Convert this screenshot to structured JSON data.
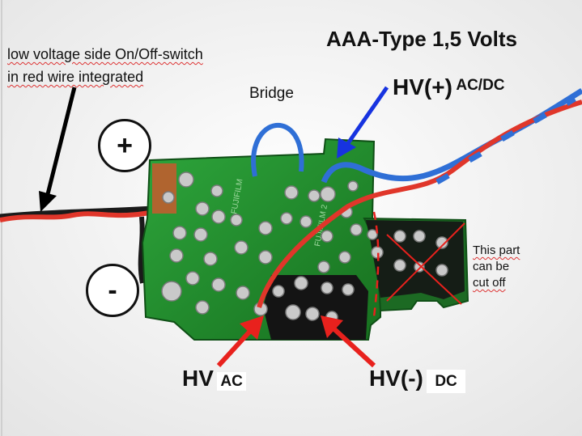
{
  "title": "AAA-Type 1,5 Volts",
  "note_switch": [
    "low voltage side On/Off-switch",
    "in red wire integrated"
  ],
  "bridge_label": "Bridge",
  "hv_plus": {
    "main": "HV(+)",
    "sub": "AC/DC"
  },
  "hv_ac": {
    "main": "HV",
    "sub": "AC"
  },
  "hv_minus": {
    "main": "HV(-)",
    "sub": "DC"
  },
  "cut_note": [
    "This part",
    "can be",
    "cut off"
  ],
  "plus_symbol": "+",
  "minus_symbol": "-",
  "board_print": [
    "FUJIFILM",
    "FUJIFILM 2"
  ],
  "colors": {
    "board": "#1f8a2c",
    "wire_red": "#e0362a",
    "wire_blue": "#2f6fd6",
    "wire_black": "#1a1a1a",
    "arrow_red": "#e8211d",
    "arrow_blue": "#1733e0",
    "arrow_black": "#000000"
  }
}
